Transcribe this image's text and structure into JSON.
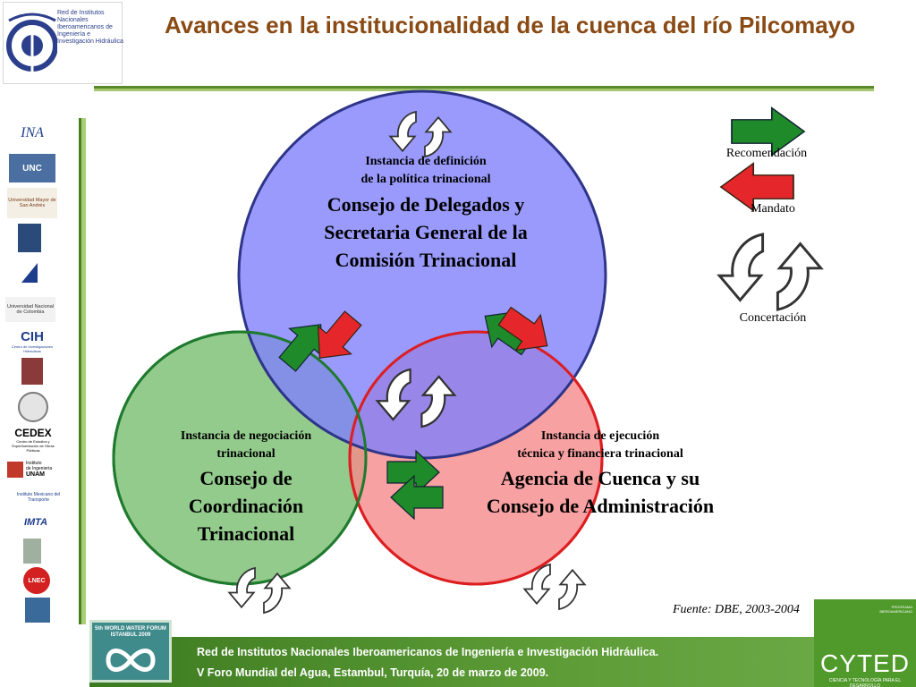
{
  "header": {
    "title": "Avances en la institucionalidad de la cuenca del río Pilcomayo",
    "logo_text": "Red de Institutos Nacionales Iberoamericanos de Ingeniería e Investigación Hidráulica"
  },
  "diagram": {
    "top": {
      "subtitle_line1": "Instancia de definición",
      "subtitle_line2": "de la política trinacional",
      "main": "Consejo de Delegados y Secretaria General de la Comisión Trinacional"
    },
    "left": {
      "subtitle_line1": "Instancia de negociación",
      "subtitle_line2": "trinacional",
      "main": "Consejo de Coordinación Trinacional"
    },
    "right": {
      "subtitle_line1": "Instancia de ejecución",
      "subtitle_line2": "técnica y financiera trinacional",
      "main": "Agencia de Cuenca y su Consejo de Administración"
    },
    "colors": {
      "top_circle": "#8f90fb",
      "top_border": "#2e3588",
      "left_circle": "#80c279",
      "left_border": "#1f7a2e",
      "right_circle": "#f6898b",
      "right_border": "#dd1e21",
      "green_arrow": "#1f8a2a",
      "red_arrow": "#e5272b"
    }
  },
  "legend": {
    "recomendacion": "Recomendación",
    "mandato": "Mandato",
    "concertacion": "Concertación"
  },
  "source": "Fuente: DBE, 2003-2004",
  "sidebar": {
    "ina": "INA",
    "unc": "UNC",
    "umsa": "Universidad Mayor de San Andrés",
    "unal": "Universidad Nacional de Colombia",
    "cih": "CIH",
    "cih_sub": "Centro de Investigaciones Hidráulicas",
    "cedex": "CEDEX",
    "cedex_sub": "Centro de Estudios y Experimentación de Obras Públicas",
    "unam_line1": "Instituto",
    "unam_line2": "de Ingeniería",
    "unam_line3": "UNAM",
    "imt": "Instituto Mexicano del Transporte",
    "imta": "IMTA",
    "lnec": "LNEC"
  },
  "footer": {
    "line1": "Red de Institutos Nacionales Iberoamericanos de Ingeniería e Investigación Hidráulica.",
    "line2": "V Foro Mundial del Agua, Estambul, Turquía, 20 de marzo de 2009.",
    "wwf_line1": "5th WORLD WATER FORUM",
    "wwf_line2": "ISTANBUL 2009",
    "cyted": "CYTED",
    "cyted_sub": "CIENCIA Y TECNOLOGÍA PARA EL DESARROLLO",
    "cyted_small_top": "PROGRAMA IBEROAMERICANO"
  }
}
